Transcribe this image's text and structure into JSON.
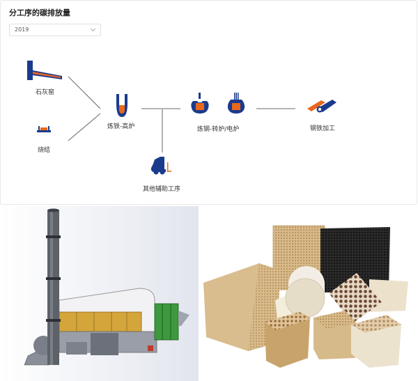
{
  "panel": {
    "title": "分工序的碳排放量",
    "year_select": {
      "value": "2019"
    }
  },
  "nodes": {
    "lime_kiln": "石灰窑",
    "sintering": "烧结",
    "ironmaking": "炼铁-高炉",
    "steelmaking": "炼钢-转炉/电炉",
    "steel_processing": "钢铁加工",
    "auxiliary": "其他辅助工序"
  },
  "colors": {
    "blue": "#1a3a8c",
    "orange": "#e8681e",
    "line": "#666666"
  }
}
